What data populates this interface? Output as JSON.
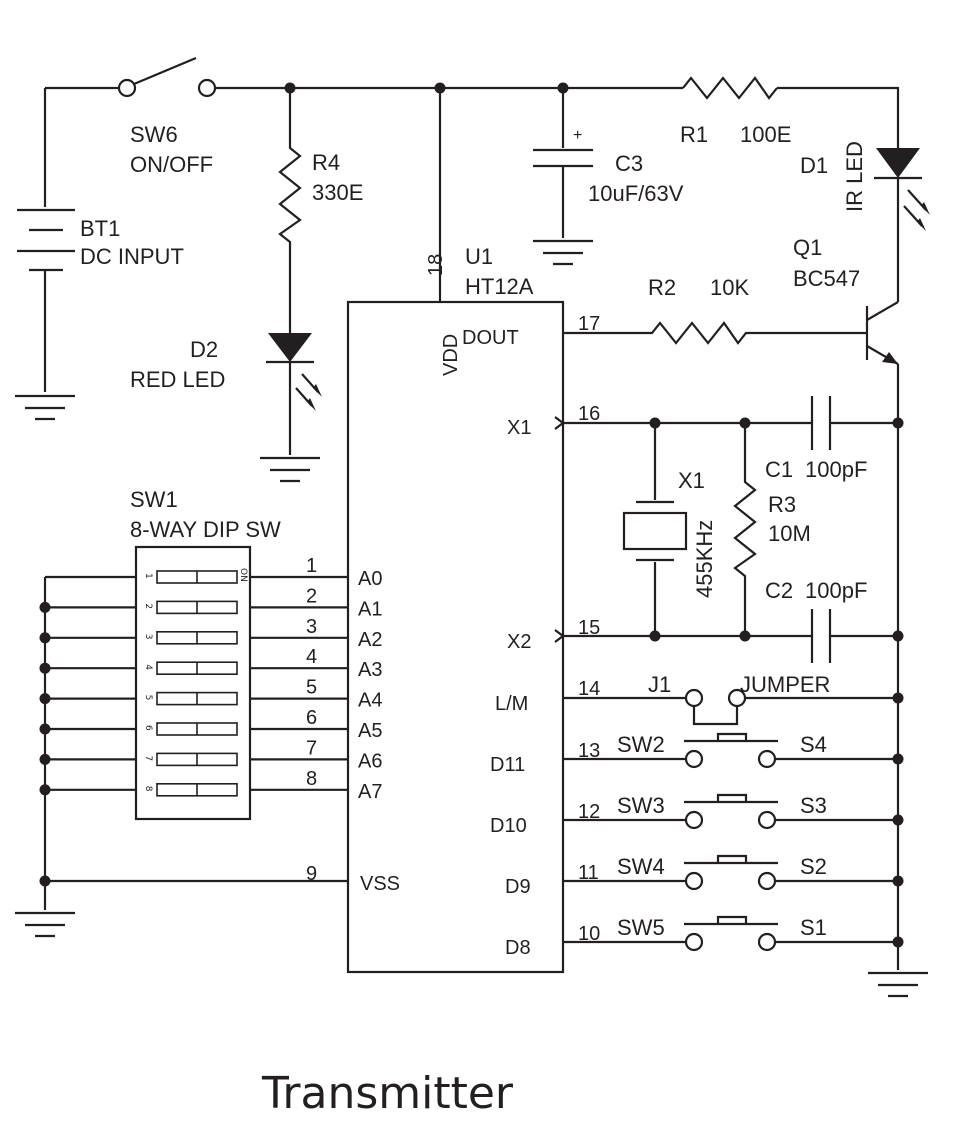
{
  "caption": "Transmitter",
  "components": {
    "sw6": {
      "ref": "SW6",
      "value": "ON/OFF"
    },
    "bt1": {
      "ref": "BT1",
      "value": "DC INPUT"
    },
    "r4": {
      "ref": "R4",
      "value": "330E"
    },
    "d2": {
      "ref": "D2",
      "value": "RED LED"
    },
    "c3": {
      "ref": "C3",
      "value": "10uF/63V",
      "polarity": "+"
    },
    "r1": {
      "ref": "R1",
      "value": "100E"
    },
    "d1": {
      "ref": "D1",
      "value": "IR LED"
    },
    "q1": {
      "ref": "Q1",
      "value": "BC547"
    },
    "r2": {
      "ref": "R2",
      "value": "10K"
    },
    "u1": {
      "ref": "U1",
      "value": "HT12A"
    },
    "x1": {
      "ref": "X1",
      "value": "455KHz"
    },
    "r3": {
      "ref": "R3",
      "value": "10M"
    },
    "c1": {
      "ref": "C1",
      "value": "100pF"
    },
    "c2": {
      "ref": "C2",
      "value": "100pF"
    },
    "j1": {
      "ref": "J1",
      "value": "JUMPER"
    },
    "sw1": {
      "ref": "SW1",
      "value": "8-WAY DIP SW",
      "on_label": "ON",
      "positions": [
        "1",
        "2",
        "3",
        "4",
        "5",
        "6",
        "7",
        "8"
      ]
    },
    "sw2": {
      "ref": "SW2",
      "out": "S4"
    },
    "sw3": {
      "ref": "SW3",
      "out": "S3"
    },
    "sw4": {
      "ref": "SW4",
      "out": "S2"
    },
    "sw5": {
      "ref": "SW5",
      "out": "S1"
    }
  },
  "ic_pins": {
    "vdd": {
      "num": "18",
      "name": "VDD"
    },
    "dout": {
      "num": "17",
      "name": "DOUT"
    },
    "x1": {
      "num": "16",
      "name": "X1"
    },
    "x2": {
      "num": "15",
      "name": "X2"
    },
    "lm": {
      "num": "14",
      "name": "L/M"
    },
    "d11": {
      "num": "13",
      "name": "D11"
    },
    "d10": {
      "num": "12",
      "name": "D10"
    },
    "d9": {
      "num": "11",
      "name": "D9"
    },
    "d8": {
      "num": "10",
      "name": "D8"
    },
    "vss": {
      "num": "9",
      "name": "VSS"
    },
    "address": [
      {
        "num": "1",
        "name": "A0"
      },
      {
        "num": "2",
        "name": "A1"
      },
      {
        "num": "3",
        "name": "A2"
      },
      {
        "num": "4",
        "name": "A3"
      },
      {
        "num": "5",
        "name": "A4"
      },
      {
        "num": "6",
        "name": "A5"
      },
      {
        "num": "7",
        "name": "A6"
      },
      {
        "num": "8",
        "name": "A7"
      }
    ]
  }
}
